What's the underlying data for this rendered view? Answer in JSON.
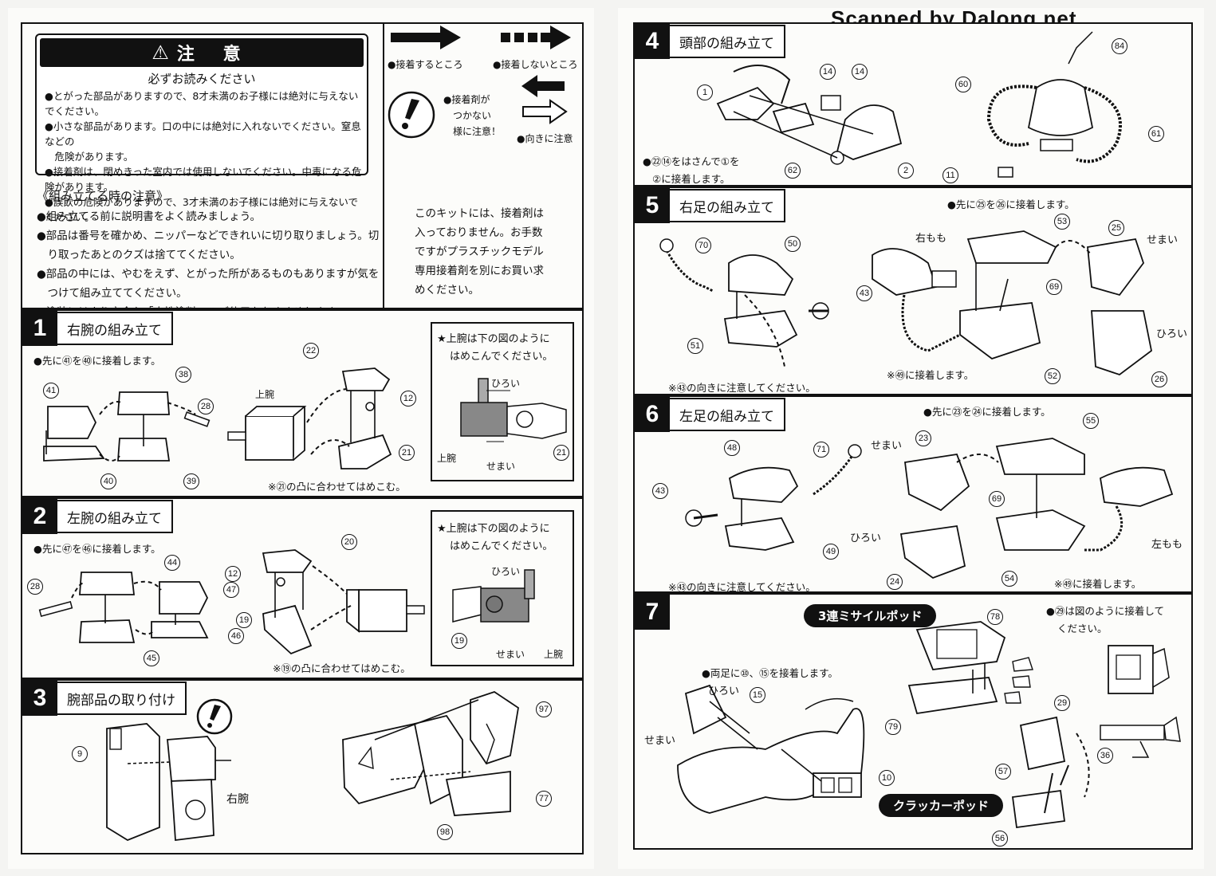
{
  "watermark": "Scanned by Dalong.net",
  "warning": {
    "title": "注 意",
    "subtitle": "必ずお読みください",
    "items": [
      "●とがった部品がありますので、8才未満のお子様には絶対に与えないでください。",
      "●小さな部品があります。口の中には絶対に入れないでください。窒息などの",
      "　危険があります。",
      "●接着剤は、閉めきった室内では使用しないでください。中毒になる危険があります。",
      "●誤飲の危険がありますので、3才未満のお子様には絶対に与えないでください。"
    ]
  },
  "legend": {
    "glue": "●接着するところ",
    "noglue": "●接着しないところ",
    "caution": [
      "●接着剤が",
      "つかない",
      "様に注意！"
    ],
    "direction": "●向きに注意"
  },
  "assembly_notes": {
    "title": "《組み立てる時の注意》",
    "items": [
      "●組み立てる前に説明書をよく読みましょう。",
      "●部品は番号を確かめ、ニッパーなどできれいに切り取りましょう。切",
      "　り取ったあとのクズは捨ててください。",
      "●部品の中には、やむをえず、とがった所があるものもありますが気を",
      "　つけて組み立ててください。",
      "●塗装にはより安全な「水性塗料」のご使用をおすすめします。"
    ]
  },
  "glue_note": [
    "このキットには、接着剤は",
    "入っておりません。お手数",
    "ですがプラスチックモデル",
    "専用接着剤を別にお買い求",
    "めください。"
  ],
  "steps": {
    "s1": {
      "num": "1",
      "title": "右腕の組み立て",
      "note": "●先に㊶を㊵に接着します。",
      "box": [
        "★上腕は下の図のように",
        "はめこんでください。"
      ],
      "hiroi": "ひろい",
      "semai": "せまい",
      "joint": "上腕",
      "bottom": "※㉑の凸に合わせてはめこむ。",
      "parts": [
        "41",
        "38",
        "28",
        "40",
        "39",
        "22",
        "12",
        "21"
      ],
      "box_part": "21"
    },
    "s2": {
      "num": "2",
      "title": "左腕の組み立て",
      "note": "●先に㊼を㊻に接着します。",
      "box": [
        "★上腕は下の図のように",
        "はめこんでください。"
      ],
      "hiroi": "ひろい",
      "semai": "せまい",
      "joint": "上腕",
      "bottom": "※⑲の凸に合わせてはめこむ。",
      "parts": [
        "44",
        "28",
        "47",
        "46",
        "45",
        "20",
        "12",
        "19"
      ],
      "box_part": "19"
    },
    "s3": {
      "num": "3",
      "title": "腕部品の取り付け",
      "arm": "右腕",
      "parts": [
        "9",
        "97",
        "77",
        "98"
      ]
    },
    "s4": {
      "num": "4",
      "title": "頭部の組み立て",
      "note": [
        "●㉒⑭をはさんで①を",
        "②に接着します。"
      ],
      "parts": [
        "14",
        "14",
        "1",
        "62",
        "2",
        "84",
        "60",
        "61",
        "11"
      ]
    },
    "s5": {
      "num": "5",
      "title": "右足の組み立て",
      "note": "●先に㉕を㉖に接着します。",
      "thigh": "右もも",
      "semai": "せまい",
      "hiroi": "ひろい",
      "n43": "※㊸の向きに注意してください。",
      "n69": "※㊾に接着します。",
      "parts": [
        "70",
        "50",
        "43",
        "51",
        "53",
        "25",
        "69",
        "52",
        "26"
      ]
    },
    "s6": {
      "num": "6",
      "title": "左足の組み立て",
      "note": "●先に㉓を㉔に接着します。",
      "thigh": "左もも",
      "semai": "せまい",
      "hiroi": "ひろい",
      "n43": "※㊸の向きに注意してください。",
      "n69": "※㊾に接着します。",
      "parts": [
        "48",
        "71",
        "23",
        "55",
        "43",
        "69",
        "49",
        "24",
        "54"
      ]
    },
    "s7": {
      "num": "7",
      "pod1": "3連ミサイルポッド",
      "pod2": "クラッカーポッド",
      "note1": "●両足に⑩、⑮を接着します。",
      "note2": [
        "●㉙は図のように接着して",
        "ください。"
      ],
      "hiroi": "ひろい",
      "semai": "せまい",
      "parts": [
        "78",
        "15",
        "29",
        "79",
        "10",
        "36",
        "57",
        "56"
      ]
    }
  }
}
